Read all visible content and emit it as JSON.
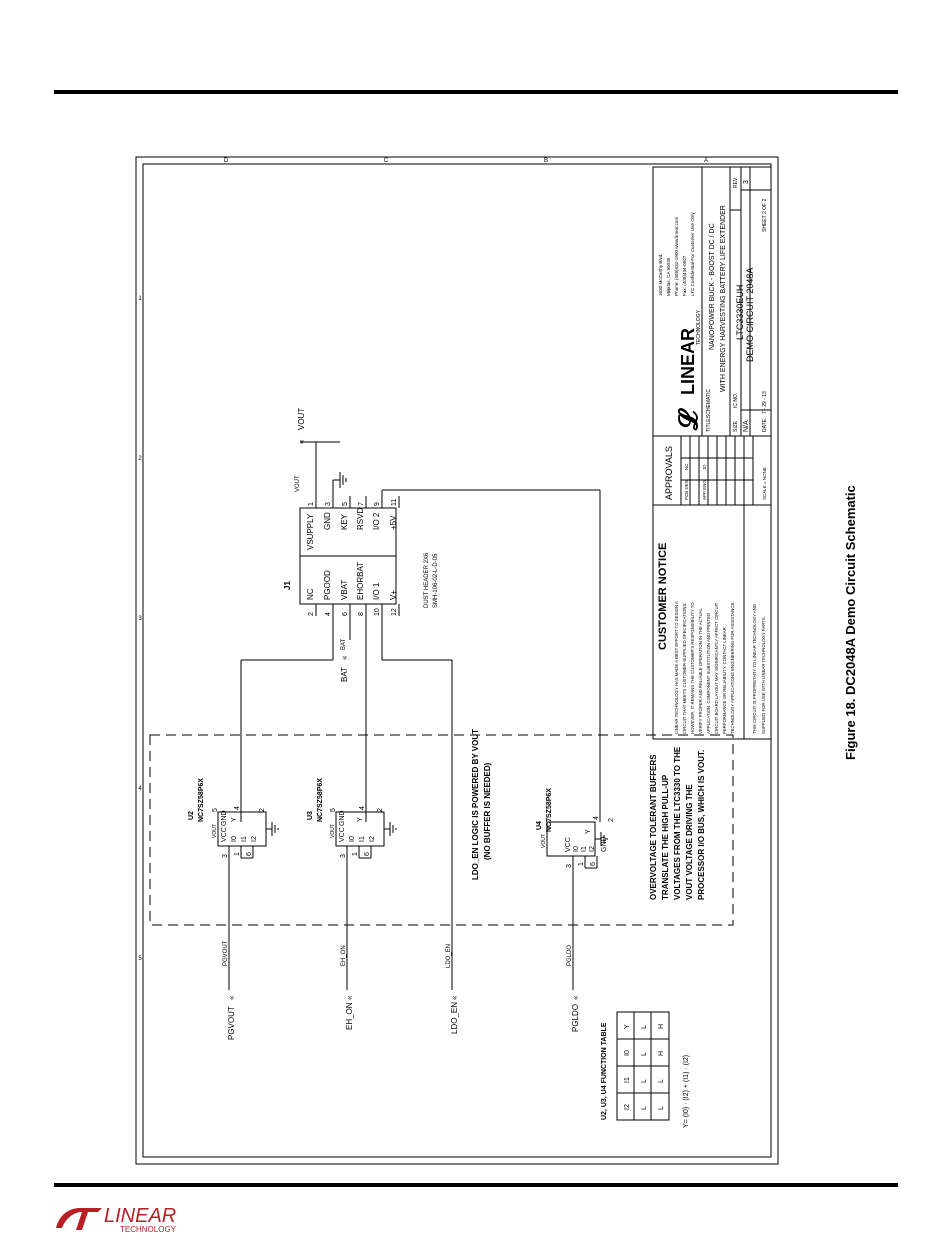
{
  "figure_caption": "Figure 18. DC2048A Demo Circuit Schematic",
  "footer_logo": {
    "line1": "LINEAR",
    "line2": "TECHNOLOGY"
  },
  "j1": {
    "ref": "J1",
    "part": "DUST HEADER 2X6",
    "part2": "SMH-106-02-L-D-05",
    "pins": [
      "NC",
      "PGOOD",
      "VBAT",
      "EHORBAT",
      "I/O 1",
      "V+",
      "VSUPPLY",
      "GND",
      "KEY",
      "RSVD",
      "I/O 2",
      "+5V"
    ],
    "pin_numbers": [
      "2",
      "4",
      "6",
      "8",
      "10",
      "12",
      "1",
      "3",
      "5",
      "7",
      "9",
      "11"
    ]
  },
  "nets": {
    "vout": "VOUT",
    "bat": "BAT",
    "pgvout": "PGVOUT",
    "eh_on": "EH_ON",
    "ldo_en": "LDO_EN",
    "pgldo": "PGLDO"
  },
  "buffers": [
    {
      "ref": "U2",
      "part": "NC7SZ58P6X"
    },
    {
      "ref": "U3",
      "part": "NC7SZ58P6X"
    },
    {
      "ref": "U4",
      "part": "NC7SZ58P6X"
    }
  ],
  "buffer_pins": {
    "vcc": "VCC",
    "gnd": "GND",
    "i0": "I0",
    "i1": "I1",
    "i2": "I2",
    "y": "Y",
    "supply": "VOUT",
    "n1": "1",
    "n2": "2",
    "n3": "3",
    "n4": "4",
    "n5": "5",
    "n6": "6"
  },
  "notes": {
    "ldo_line1": "LDO_EN LOGIC IS POWERED BY VOUT",
    "ldo_line2": "(NO BUFFER IS NEEDED)",
    "ov": [
      "OVERVOLTAGE TOLERANT BUFFERS",
      "TRANSLATE THE HIGH PULL-UP",
      "VOLTAGES FROM THE LTC3330 TO THE",
      "VOUT VOLTAGE DRIVING THE",
      "PROCESSOR I/O BUS, WHICH IS VOUT."
    ]
  },
  "function_table": {
    "title": "U2, U3, U4 FUNCTION TABLE",
    "headers": [
      "I2",
      "I1",
      "I0",
      "Y"
    ],
    "rows": [
      [
        "L",
        "L",
        "L",
        "L"
      ],
      [
        "L",
        "L",
        "H",
        "H"
      ]
    ],
    "equation": "Y= (I0) · (I2) + (I1) · (I2)"
  },
  "customer_notice": {
    "title": "CUSTOMER NOTICE",
    "lines": [
      "LINEAR TECHNOLOGY HAS MADE A BEST EFFORT TO DESIGN A",
      "CIRCUIT THAT MEETS CUSTOMER-SUPPLIED SPECIFICATIONS;",
      "HOWEVER, IT REMAINS THE CUSTOMER'S RESPONSIBILITY TO",
      "VERIFY PROPER AND RELIABLE OPERATION IN THE ACTUAL",
      "APPLICATION. COMPONENT SUBSTITUTION AND PRINTED",
      "CIRCUIT BOARD LAYOUT MAY SIGNIFICANTLY AFFECT CIRCUIT",
      "PERFORMANCE OR RELIABILITY. CONTACT LINEAR",
      "TECHNOLOGY APPLICATIONS ENGINEERING FOR ASSISTANCE."
    ],
    "prop_line1": "THIS CIRCUIT IS PROPRIETARY TO LINEAR TECHNOLOGY AND",
    "prop_line2": "SUPPLIED FOR USE WITH LINEAR TECHNOLOGY PARTS."
  },
  "approvals": {
    "title": "APPROVALS",
    "pcb_label": "PCB DES.",
    "pcb_value": "NC",
    "app_label": "APP ENG.",
    "app_value": "JD",
    "scale": "SCALE = NONE"
  },
  "title_block": {
    "logo_word": "LINEAR",
    "logo_sub": "TECHNOLOGY",
    "address": [
      "1630 McCarthy Blvd.",
      "Milpitas, CA 95035",
      "Phone: (408)432-1900  www.linear.com",
      "Fax: (408)434-0507",
      "LTC Confidential-For Customer Use Only"
    ],
    "title_label": "TITLE:",
    "title_value": "SCHEMATIC",
    "title_line1": "NANOPOWER BUCK - BOOST DC / DC",
    "title_line2": "WITH ENERGY HARVESTING BATTERY LIFE EXTENDER",
    "size_label": "SIZE",
    "size_value": "N/A",
    "ic_label": "IC NO.",
    "ic_value": "LTC3330EUH",
    "demo": "DEMO CIRCUIT 2048A",
    "rev_label": "REV.",
    "rev_value": "3",
    "date_label": "DATE:",
    "date_value": "7 - 29 - 13",
    "sheet": "SHEET   2    OF   2"
  },
  "border_ticks": {
    "top": [
      "D",
      "C",
      "B",
      "A"
    ],
    "side": [
      "1",
      "2",
      "3",
      "4",
      "5"
    ]
  }
}
